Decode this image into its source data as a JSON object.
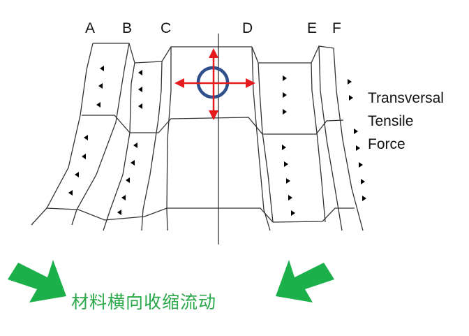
{
  "column_labels": [
    "A",
    "B",
    "C",
    "D",
    "E",
    "F"
  ],
  "side_label": [
    "Transversal",
    "Tensile",
    "Force"
  ],
  "caption": "材料横向收缩流动",
  "colors": {
    "green_arrow": "#1bb04a",
    "caption_text": "#2aa84a",
    "red_marker": "#e41a1c",
    "blue_circle": "#2f4f8a",
    "lines": "#333333"
  },
  "icons": {
    "center_marker": "crosshair-circle-icon",
    "left_green": "green-arrow-right-down-icon",
    "right_green": "green-arrow-left-down-icon"
  }
}
